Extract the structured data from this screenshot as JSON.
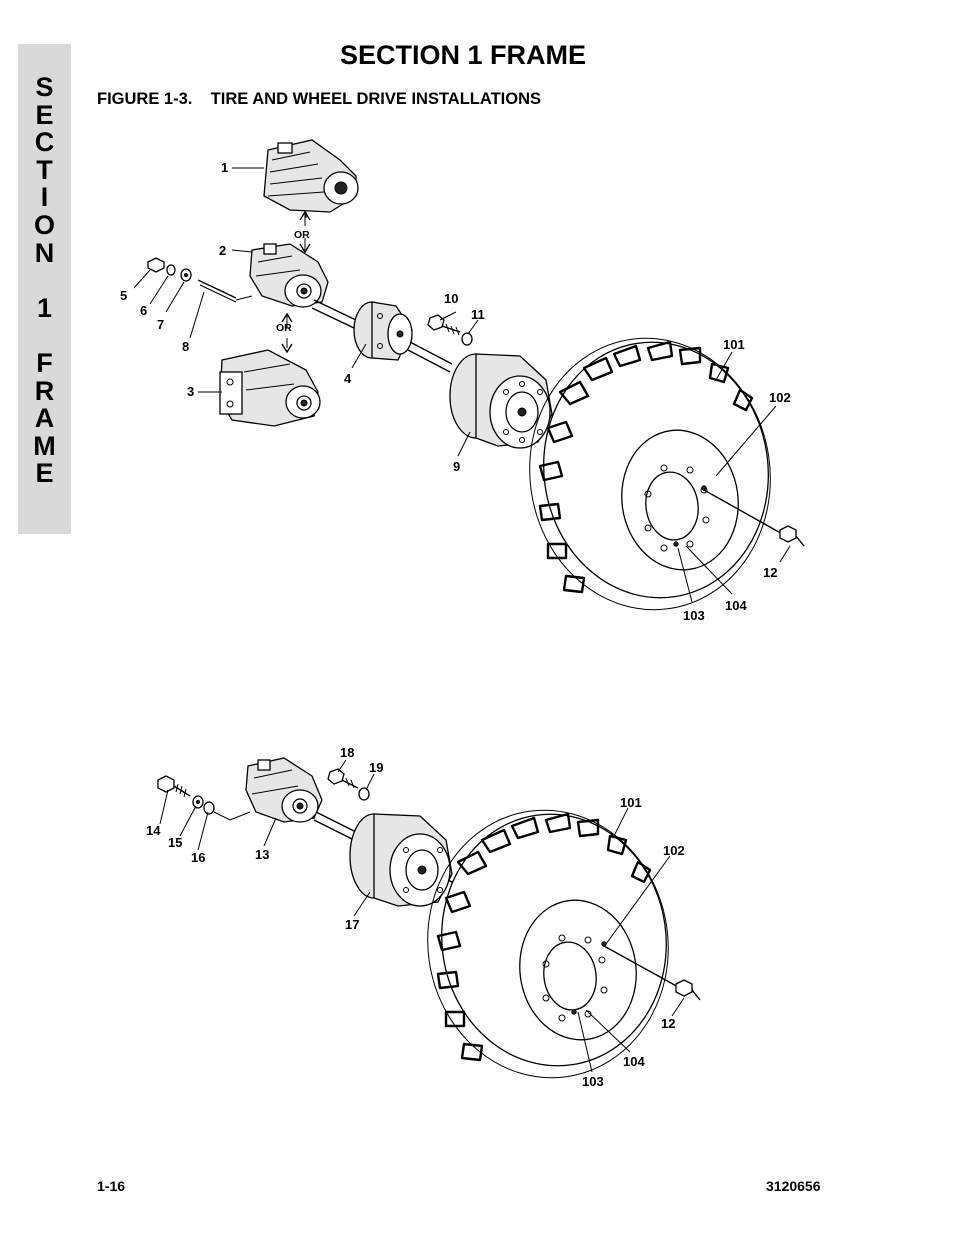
{
  "side_tab": {
    "letters": [
      "S",
      "E",
      "C",
      "T",
      "I",
      "O",
      "N",
      " ",
      "1",
      " ",
      "F",
      "R",
      "A",
      "M",
      "E"
    ]
  },
  "header": {
    "title": "SECTION 1  FRAME"
  },
  "figure": {
    "title": "FIGURE 1-3.    TIRE AND WHEEL DRIVE INSTALLATIONS",
    "or_labels": [
      "OR",
      "OR"
    ],
    "upper_callouts": [
      "1",
      "2",
      "3",
      "4",
      "5",
      "6",
      "7",
      "8",
      "9",
      "10",
      "11",
      "101",
      "102",
      "12",
      "103",
      "104"
    ],
    "lower_callouts": [
      "18",
      "19",
      "14",
      "15",
      "16",
      "13",
      "17",
      "101",
      "102",
      "12",
      "104",
      "103"
    ]
  },
  "footer": {
    "page_number": "1-16",
    "document_number": "3120656"
  }
}
